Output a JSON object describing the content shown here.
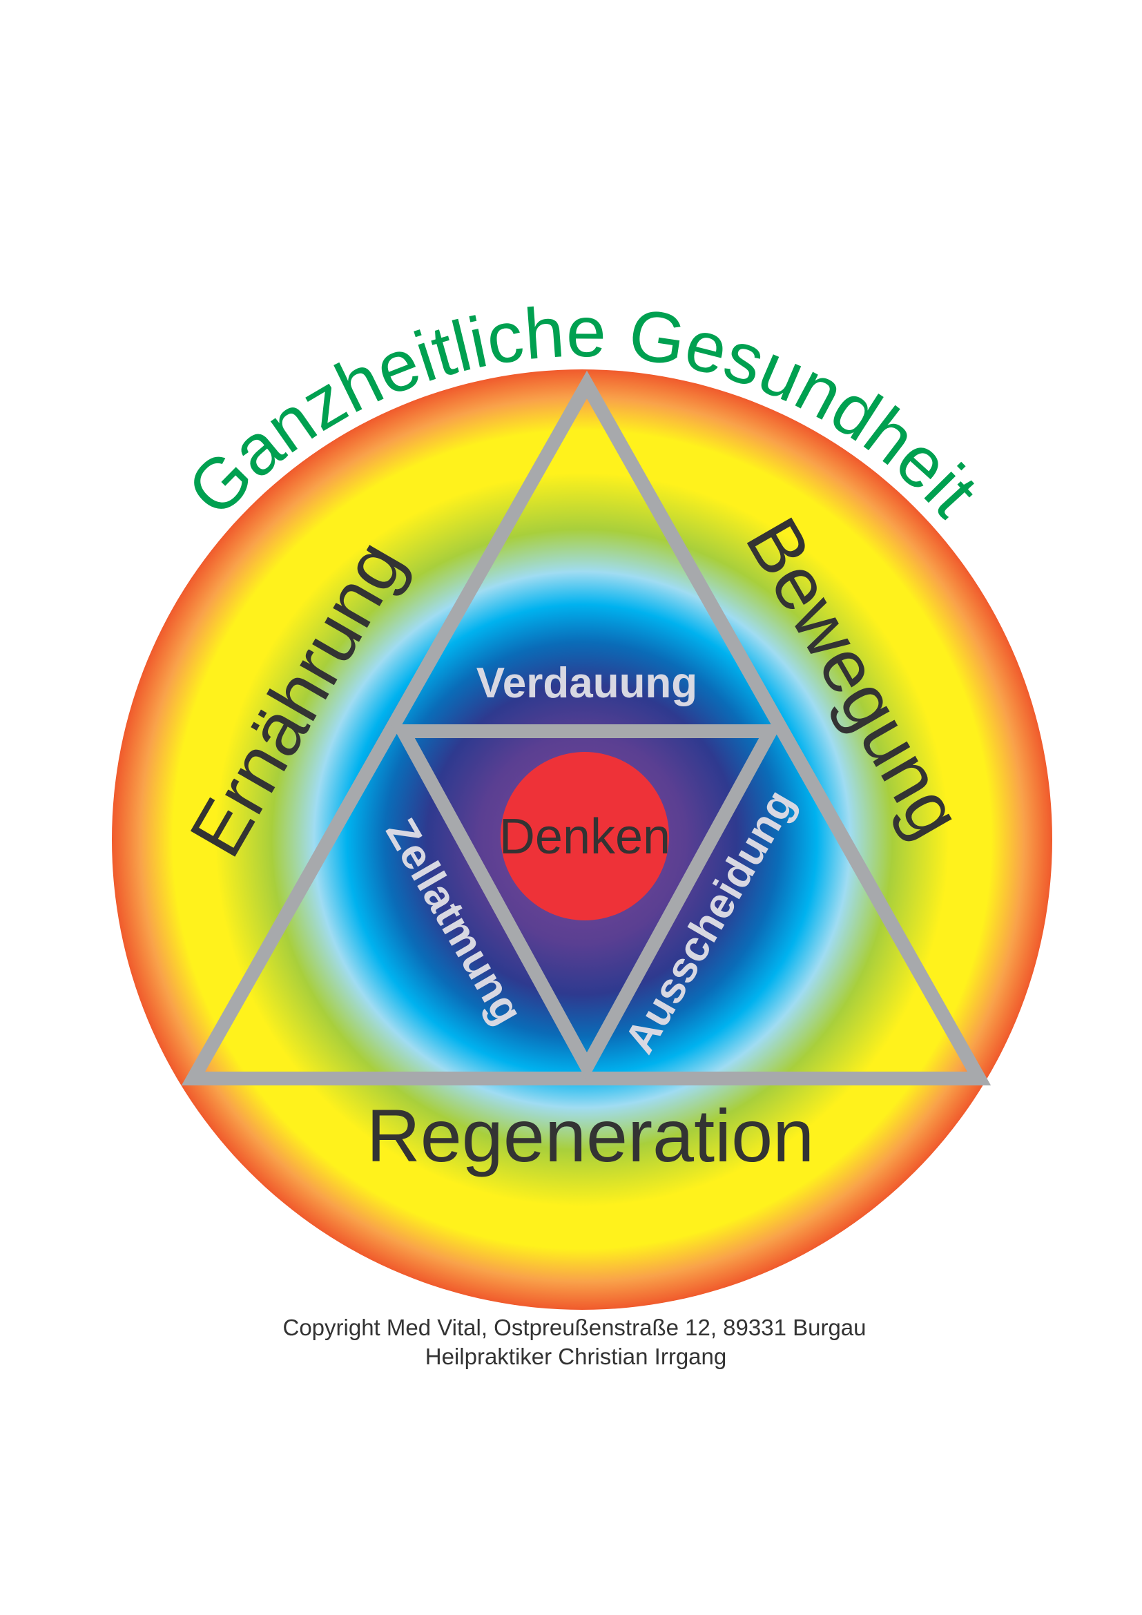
{
  "title": "Ganzheitliche Gesundheit",
  "outer_labels": {
    "left": "Ernährung",
    "right": "Bewegung",
    "bottom": "Regeneration"
  },
  "inner_labels": {
    "top": "Verdauung",
    "left": "Zellatmung",
    "right": "Ausscheidung"
  },
  "center_label": "Denken",
  "footer": {
    "line1": "Copyright Med Vital, Ostpreußenstraße 12, 89331 Burgau",
    "line2": "Heilpraktiker Christian Irrgang"
  },
  "colors": {
    "title": "#00a050",
    "triangle": "#a7a9ac",
    "center_circle": "#ee3238",
    "text_dark": "#333333",
    "text_light": "#d8d8e2"
  }
}
